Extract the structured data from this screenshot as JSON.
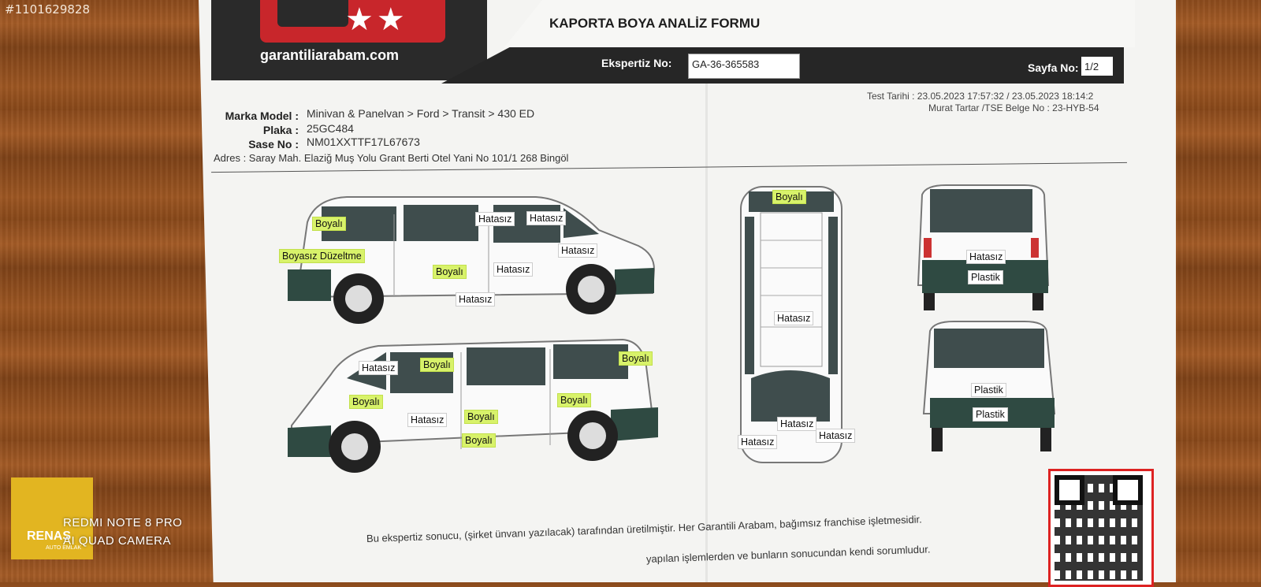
{
  "listing_id": "#1101629828",
  "logo": {
    "name": "garantiliarabam.com",
    "stars": "★★"
  },
  "form": {
    "title": "KAPORTA BOYA ANALİZ FORMU",
    "expertise_label": "Ekspertiz No:",
    "expertise_no": "GA-36-365583",
    "page_label": "Sayfa No:",
    "page_no": "1/2",
    "test_date": "Test Tarihi : 23.05.2023 17:57:32 / 23.05.2023 18:14:2",
    "inspector": "Murat Tartar  /TSE Belge No : 23-HYB-54"
  },
  "vehicle": {
    "brand_label": "Marka Model :",
    "brand": "Minivan & Panelvan > Ford > Transit > 430 ED",
    "plate_label": "Plaka :",
    "plate": "25GC484",
    "chassis_label": "Sase No :",
    "chassis": "NM01XXTTF17L67673",
    "address": "Adres : Saray Mah. Elaziğ Muş Yolu Grant Berti Otel Yani No 101/1 268 Bingöl"
  },
  "tags": {
    "right_side": [
      "Boyalı",
      "Hatasız",
      "Hatasız",
      "Boyasız Düzeltme",
      "Hatasız",
      "Boyalı",
      "Hatasız",
      "Hatasız"
    ],
    "left_side": [
      "Hatasız",
      "Boyalı",
      "Boyalı",
      "Boyalı",
      "Hatasız",
      "Boyalı",
      "Boyalı",
      "Boyalı"
    ],
    "top": [
      "Boyalı",
      "Hatasız",
      "Hatasız",
      "Hatasız",
      "Hatasız"
    ],
    "rear": [
      "Hatasız",
      "Plastik"
    ],
    "front": [
      "Plastik",
      "Plastik"
    ]
  },
  "footer": {
    "line1": "Bu ekspertiz sonucu, (şirket ünvanı yazılacak) tarafından üretilmiştir. Her Garantili Arabam, bağımsız franchise işletmesidir.",
    "line2": "yapılan işlemlerden ve bunların sonucundan kendi sorumludur."
  },
  "watermark": {
    "brand": "RENAS",
    "sub": "AUTO EMLAK",
    "camera_line1": "REDMI NOTE 8 PRO",
    "camera_line2": "AI QUAD CAMERA"
  },
  "colors": {
    "brand_red": "#c8262b",
    "highlight": "#d8f26a",
    "header_dark": "#262626"
  }
}
